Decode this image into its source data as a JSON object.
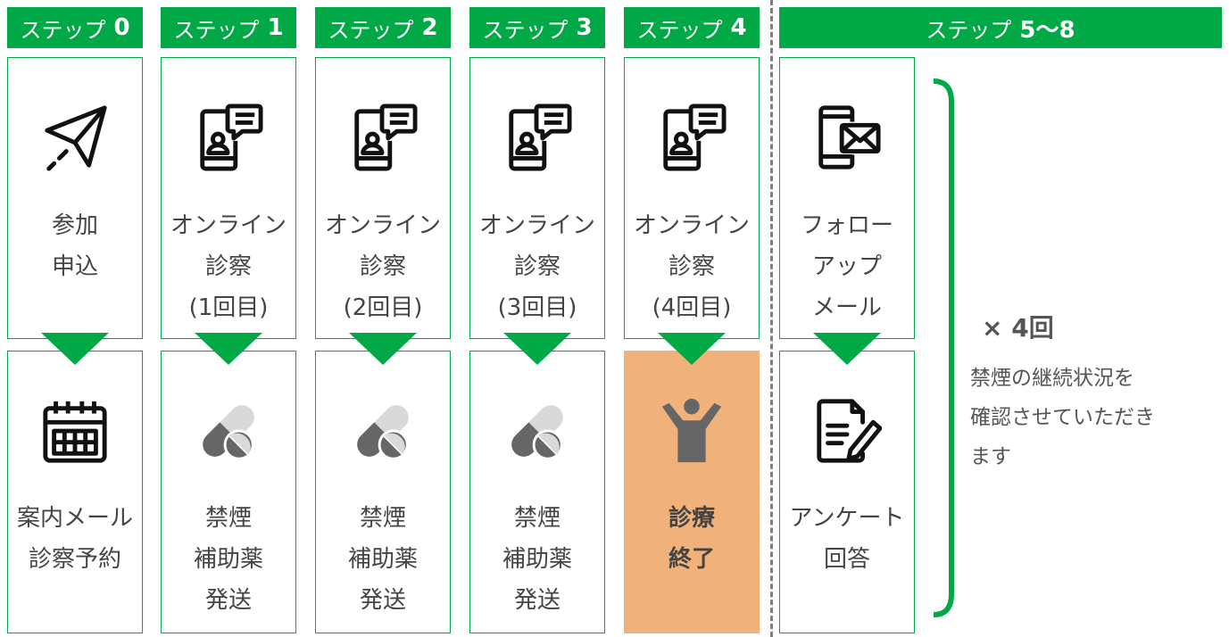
{
  "colors": {
    "accent": "#00a945",
    "highlight": "#f0b27a",
    "text": "#444444",
    "pill_dark": "#666666",
    "pill_light": "#d9d9d9"
  },
  "headers": [
    {
      "prefix": "ステップ",
      "num": "0"
    },
    {
      "prefix": "ステップ",
      "num": "1"
    },
    {
      "prefix": "ステップ",
      "num": "2"
    },
    {
      "prefix": "ステップ",
      "num": "3"
    },
    {
      "prefix": "ステップ",
      "num": "4"
    },
    {
      "prefix": "ステップ",
      "num": "5～8"
    }
  ],
  "top_cards": [
    {
      "icon": "paper-plane-icon",
      "lines": [
        "参加",
        "申込"
      ]
    },
    {
      "icon": "phone-chat-icon",
      "lines": [
        "オンライン",
        "診察",
        "(1回目)"
      ]
    },
    {
      "icon": "phone-chat-icon",
      "lines": [
        "オンライン",
        "診察",
        "(2回目)"
      ]
    },
    {
      "icon": "phone-chat-icon",
      "lines": [
        "オンライン",
        "診察",
        "(3回目)"
      ]
    },
    {
      "icon": "phone-chat-icon",
      "lines": [
        "オンライン",
        "診察",
        "(4回目)"
      ]
    },
    {
      "icon": "phone-mail-icon",
      "lines": [
        "フォロー",
        "アップ",
        "メール"
      ]
    }
  ],
  "bottom_cards": [
    {
      "icon": "calendar-icon",
      "lines": [
        "案内メール",
        "診察予約"
      ]
    },
    {
      "icon": "pills-icon",
      "lines": [
        "禁煙",
        "補助薬",
        "発送"
      ]
    },
    {
      "icon": "pills-icon",
      "lines": [
        "禁煙",
        "補助薬",
        "発送"
      ]
    },
    {
      "icon": "pills-icon",
      "lines": [
        "禁煙",
        "補助薬",
        "発送"
      ]
    },
    {
      "icon": "person-raised-arms-icon",
      "lines": [
        "診療",
        "終了"
      ]
    },
    {
      "icon": "document-pen-icon",
      "lines": [
        "アンケート",
        "回答"
      ]
    }
  ],
  "repeat": {
    "times": "× 4回",
    "note_lines": [
      "禁煙の継続状況を",
      "確認させていただき",
      "ます"
    ]
  }
}
